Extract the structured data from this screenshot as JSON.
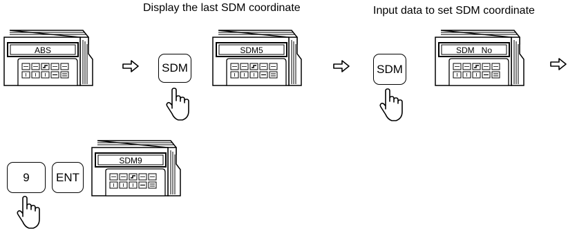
{
  "captions": {
    "display_last": "Display the last SDM coordinate",
    "input_data": "Input data to set SDM coordinate"
  },
  "displays": {
    "d1": "ABS",
    "d2": "SDM5",
    "d3": "SDM   No",
    "d4": "SDM9"
  },
  "keys": {
    "sdm_1": "SDM",
    "sdm_2": "SDM",
    "nine": "9",
    "ent": "ENT"
  },
  "icons": [
    "hollow-right-arrow-icon",
    "pointing-hand-icon",
    "display-unit-icon"
  ]
}
